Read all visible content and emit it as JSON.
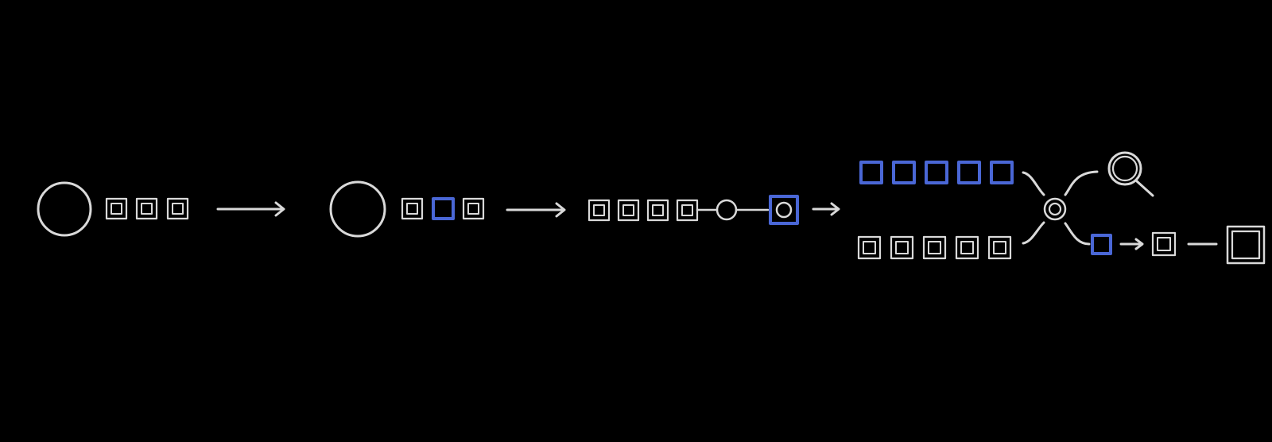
{
  "colors": {
    "background": "#000000",
    "stroke": "#d9d9d9",
    "accent": "#4a67d6"
  },
  "stages": [
    {
      "id": "stage-1",
      "nodes": [
        "large-circle",
        "token",
        "token",
        "token"
      ],
      "highlighted_token_indices": []
    },
    {
      "id": "stage-2",
      "nodes": [
        "large-circle",
        "token",
        "token",
        "token"
      ],
      "highlighted_token_indices": [
        1
      ]
    },
    {
      "id": "stage-3",
      "nodes": [
        "token",
        "token",
        "token",
        "token",
        "small-circle",
        "boxed-circle"
      ],
      "highlighted_token_indices": []
    },
    {
      "id": "stage-4",
      "top_row_tokens": 5,
      "top_row_highlighted": true,
      "bottom_row_tokens": 5,
      "bottom_row_highlighted": false,
      "branches": [
        "search",
        "token-chain"
      ]
    }
  ],
  "icons": [
    "magnifier-icon",
    "right-arrow-icon"
  ]
}
